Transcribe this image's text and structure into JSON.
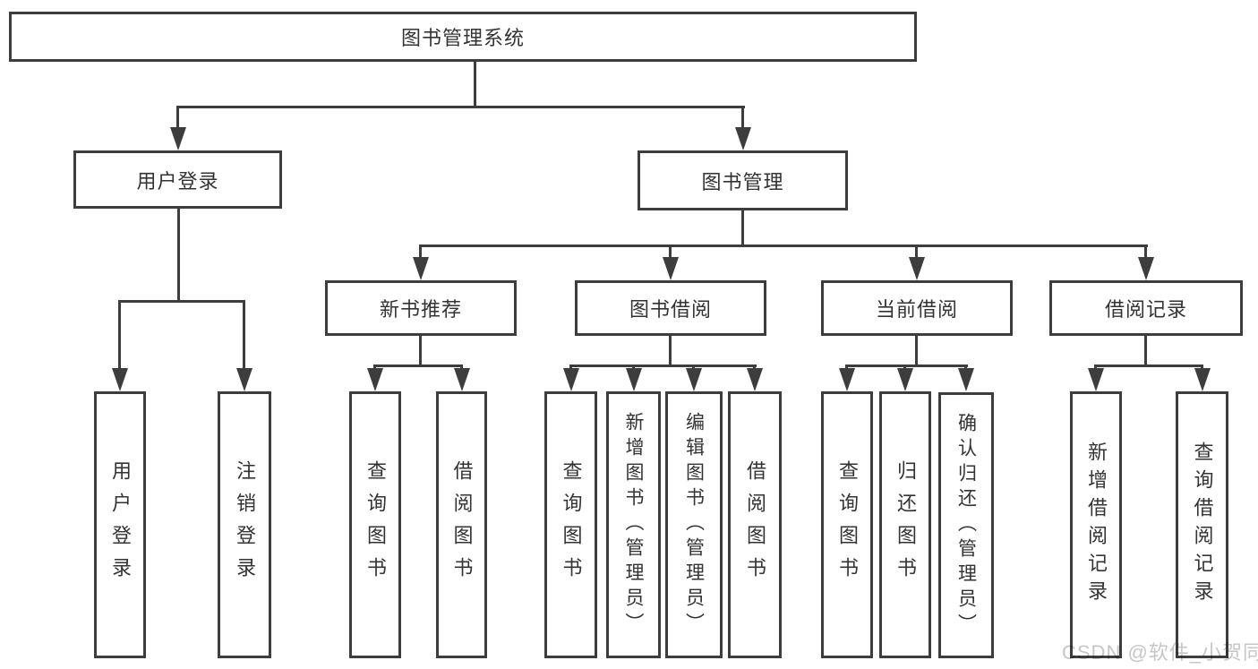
{
  "colors": {
    "line": "#3d3d3d",
    "text": "#333333",
    "watermark": "#c6c6c6",
    "background": "#ffffff"
  },
  "diagram": {
    "root": {
      "label": "图书管理系统"
    },
    "branches": {
      "user_login": {
        "label": "用户登录",
        "children": [
          "用户登录",
          "注销登录"
        ]
      },
      "book_management": {
        "label": "图书管理",
        "children": {
          "new_book_recommend": {
            "label": "新书推荐",
            "children": [
              "查询图书",
              "借阅图书"
            ]
          },
          "book_borrowing": {
            "label": "图书借阅",
            "children": [
              "查询图书",
              "新增图书（管理员）",
              "编辑图书（管理员）",
              "借阅图书"
            ]
          },
          "current_borrowing": {
            "label": "当前借阅",
            "children": [
              "查询图书",
              "归还图书",
              "确认归还（管理员）"
            ]
          },
          "borrowing_records": {
            "label": "借阅记录",
            "children": [
              "新增借阅记录",
              "查询借阅记录"
            ]
          }
        }
      }
    }
  },
  "watermark": {
    "text": "CSDN @软件_小贺同学"
  }
}
